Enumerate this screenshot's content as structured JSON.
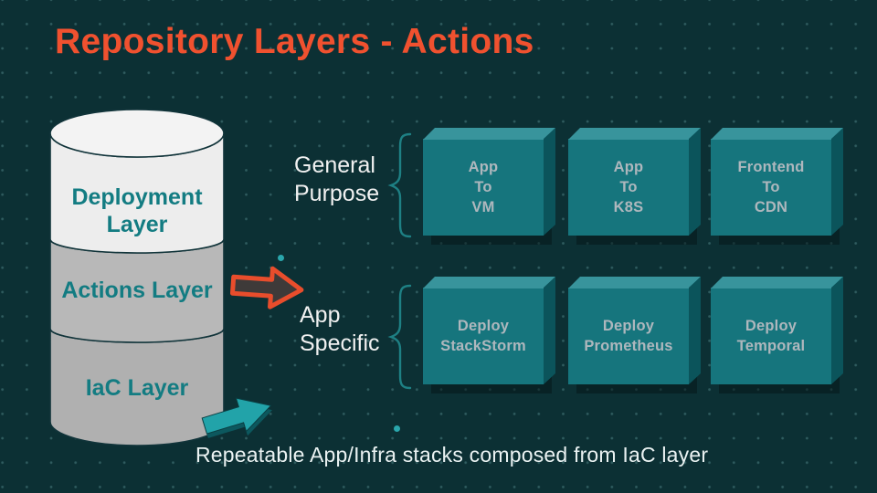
{
  "slide": {
    "title": "Repository Layers - Actions",
    "caption": "Repeatable App/Infra stacks composed from IaC layer"
  },
  "cylinder": {
    "layers": [
      {
        "id": "deployment-layer",
        "line1": "Deployment",
        "line2": "Layer"
      },
      {
        "id": "actions-layer",
        "line1": "Actions Layer"
      },
      {
        "id": "iac-layer",
        "line1": "IaC Layer"
      }
    ]
  },
  "groups": [
    {
      "label_line1": "General",
      "label_line2": "Purpose",
      "boxes": [
        {
          "lines": [
            "App",
            "To",
            "VM"
          ]
        },
        {
          "lines": [
            "App",
            "To",
            "K8S"
          ]
        },
        {
          "lines": [
            "Frontend",
            "To",
            "CDN"
          ]
        }
      ]
    },
    {
      "label_line1": "App",
      "label_line2": "Specific",
      "boxes": [
        {
          "lines": [
            "Deploy",
            "StackStorm"
          ]
        },
        {
          "lines": [
            "Deploy",
            "Prometheus"
          ]
        },
        {
          "lines": [
            "Deploy",
            "Temporal"
          ]
        }
      ]
    }
  ],
  "colors": {
    "background": "#0C3034",
    "title": "#F0512F",
    "teal_text": "#137C82",
    "box_front": "#16757D",
    "box_top": "#38949C",
    "box_side": "#0B545B",
    "box_label": "#AEB7BD",
    "white_text": "#F1F1F1",
    "brace": "#1E8084",
    "arrow_orange_outline": "#E84D2C",
    "arrow_orange_fill": "#3E3A39",
    "arrow_teal": "#22A3A9",
    "cylinder_top_layer": "#EDEDED",
    "cylinder_mid_layer": "#B8B8B8",
    "cylinder_bottom_layer": "#B0B0B0"
  }
}
